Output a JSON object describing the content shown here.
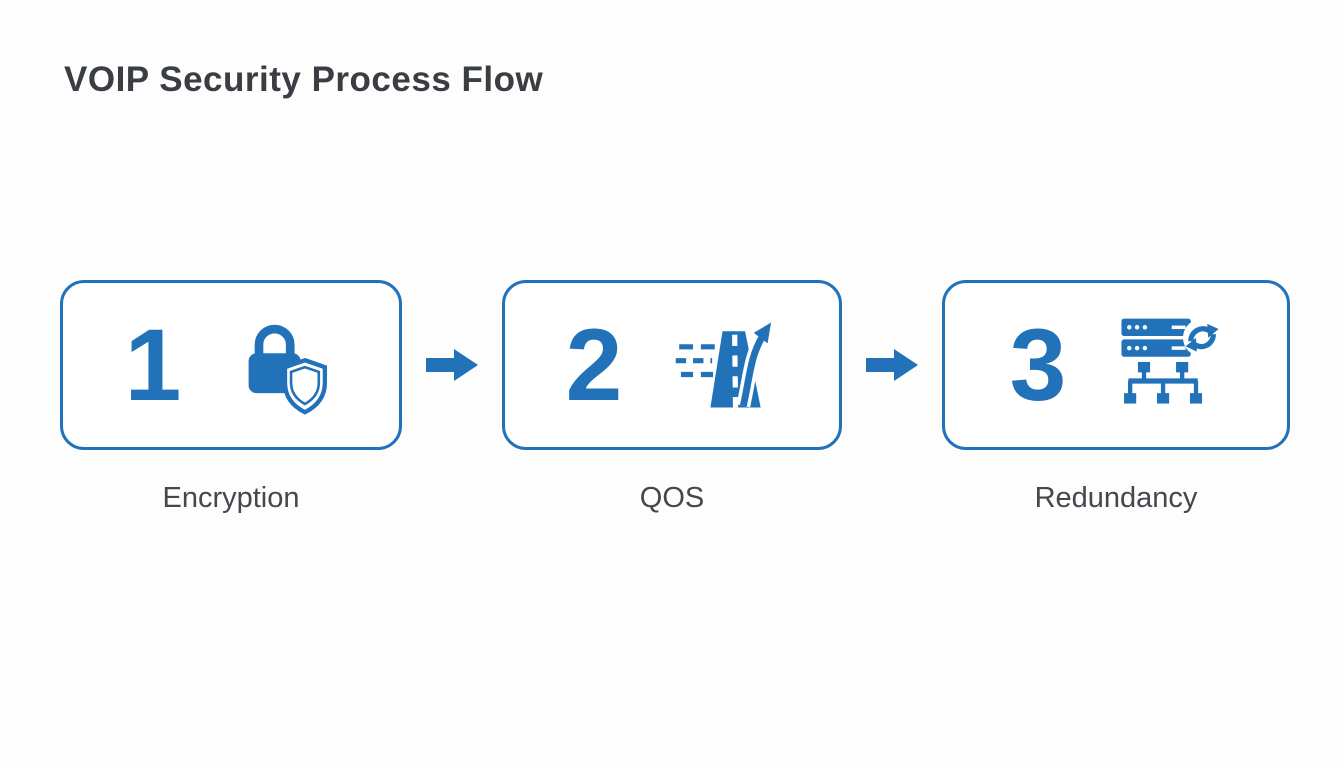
{
  "title": "VOIP Security Process Flow",
  "accent_color": "#2172b8",
  "background_color": "#fdfdfe",
  "flow_direction": "left-to-right",
  "steps": [
    {
      "number": "1",
      "label": "Encryption",
      "icon": "lock-shield-icon"
    },
    {
      "number": "2",
      "label": "QOS",
      "icon": "road-speed-icon"
    },
    {
      "number": "3",
      "label": "Redundancy",
      "icon": "server-redundancy-icon"
    }
  ]
}
